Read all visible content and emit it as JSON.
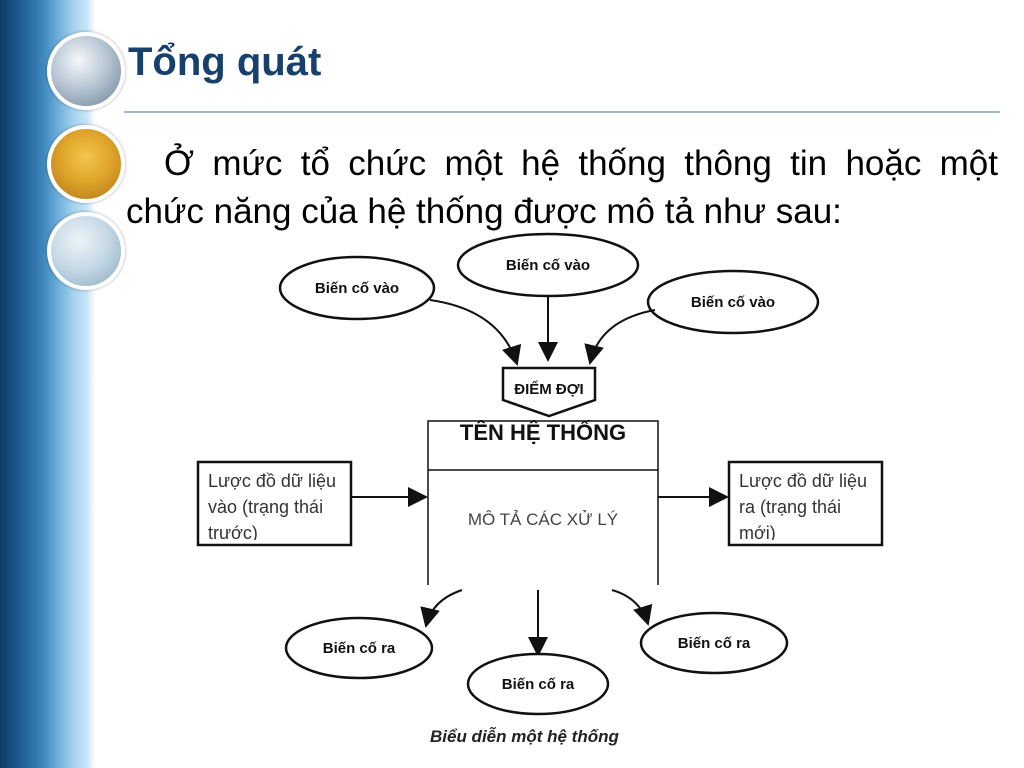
{
  "slide": {
    "title": "Tổng quát",
    "body": "Ở mức tổ chức một hệ thống thông tin hoặc một chức năng của hệ thống được mô tả như sau:"
  },
  "diagram": {
    "inputs": [
      "Biến cố vào",
      "Biến cố vào",
      "Biến cố vào"
    ],
    "waiting_point": "ĐIỂM ĐỢI",
    "system_name": "TÊN HỆ THỐNG",
    "system_description": "MÔ TẢ CÁC XỬ LÝ",
    "input_schema": "Lược đồ dữ liệu vào (trạng thái trước)",
    "output_schema": "Lược đồ dữ liệu ra (trạng thái mới)",
    "outputs": [
      "Biến cố ra",
      "Biến cố ra",
      "Biến cố ra"
    ],
    "caption": "Biểu diễn một hệ thống"
  },
  "colors": {
    "title": "#17406d",
    "sidebar": "#1a5a8f",
    "rule": "#9fb6cc"
  }
}
